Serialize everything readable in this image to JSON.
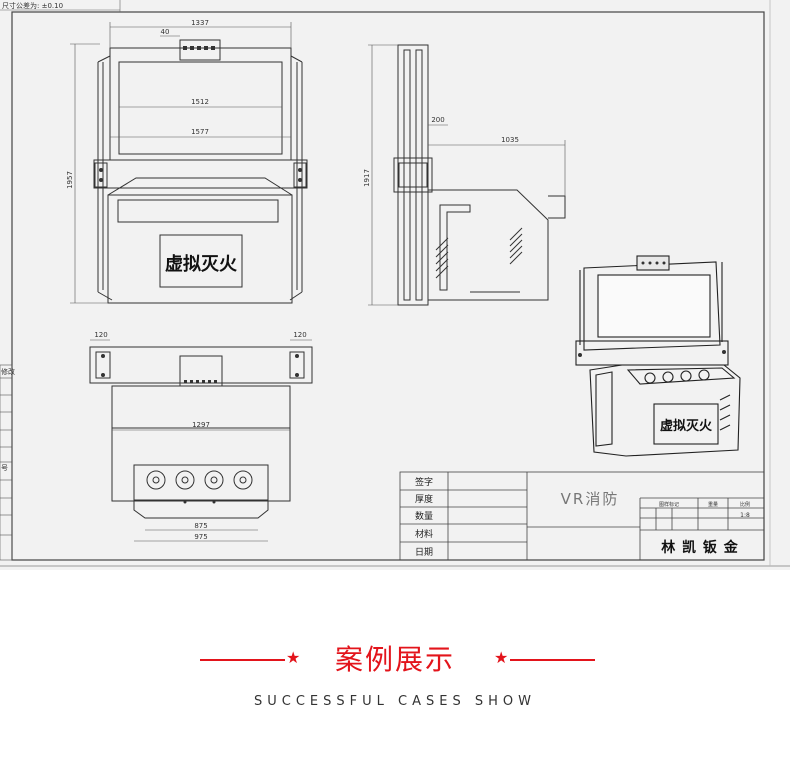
{
  "header_note": "尺寸公差为: ±0.10",
  "dimensions": {
    "width_top": "1337",
    "small_top": "40",
    "inner_width": "1512",
    "outer_width": "1577",
    "height_left": "1957",
    "side_small": "200",
    "side_depth": "1035",
    "side_height": "1917",
    "bottom_left": "120",
    "bottom_right": "120",
    "bottom_width": "1297",
    "base_inner": "875",
    "base_outer": "975"
  },
  "front_panel_label": "虚拟灭火",
  "left_margin_labels": [
    "修改",
    "号"
  ],
  "title_block": {
    "rows": [
      "签字",
      "厚度",
      "数量",
      "材料",
      "日期"
    ],
    "project_name": "VR消防",
    "small_headers": [
      "图样标记",
      "重量",
      "比例"
    ],
    "scale": "1:8",
    "company": "林 凯 钣 金"
  },
  "section": {
    "title": "案例展示",
    "subtitle": "SUCCESSFUL CASES SHOW",
    "accent_color": "#e3141b"
  }
}
